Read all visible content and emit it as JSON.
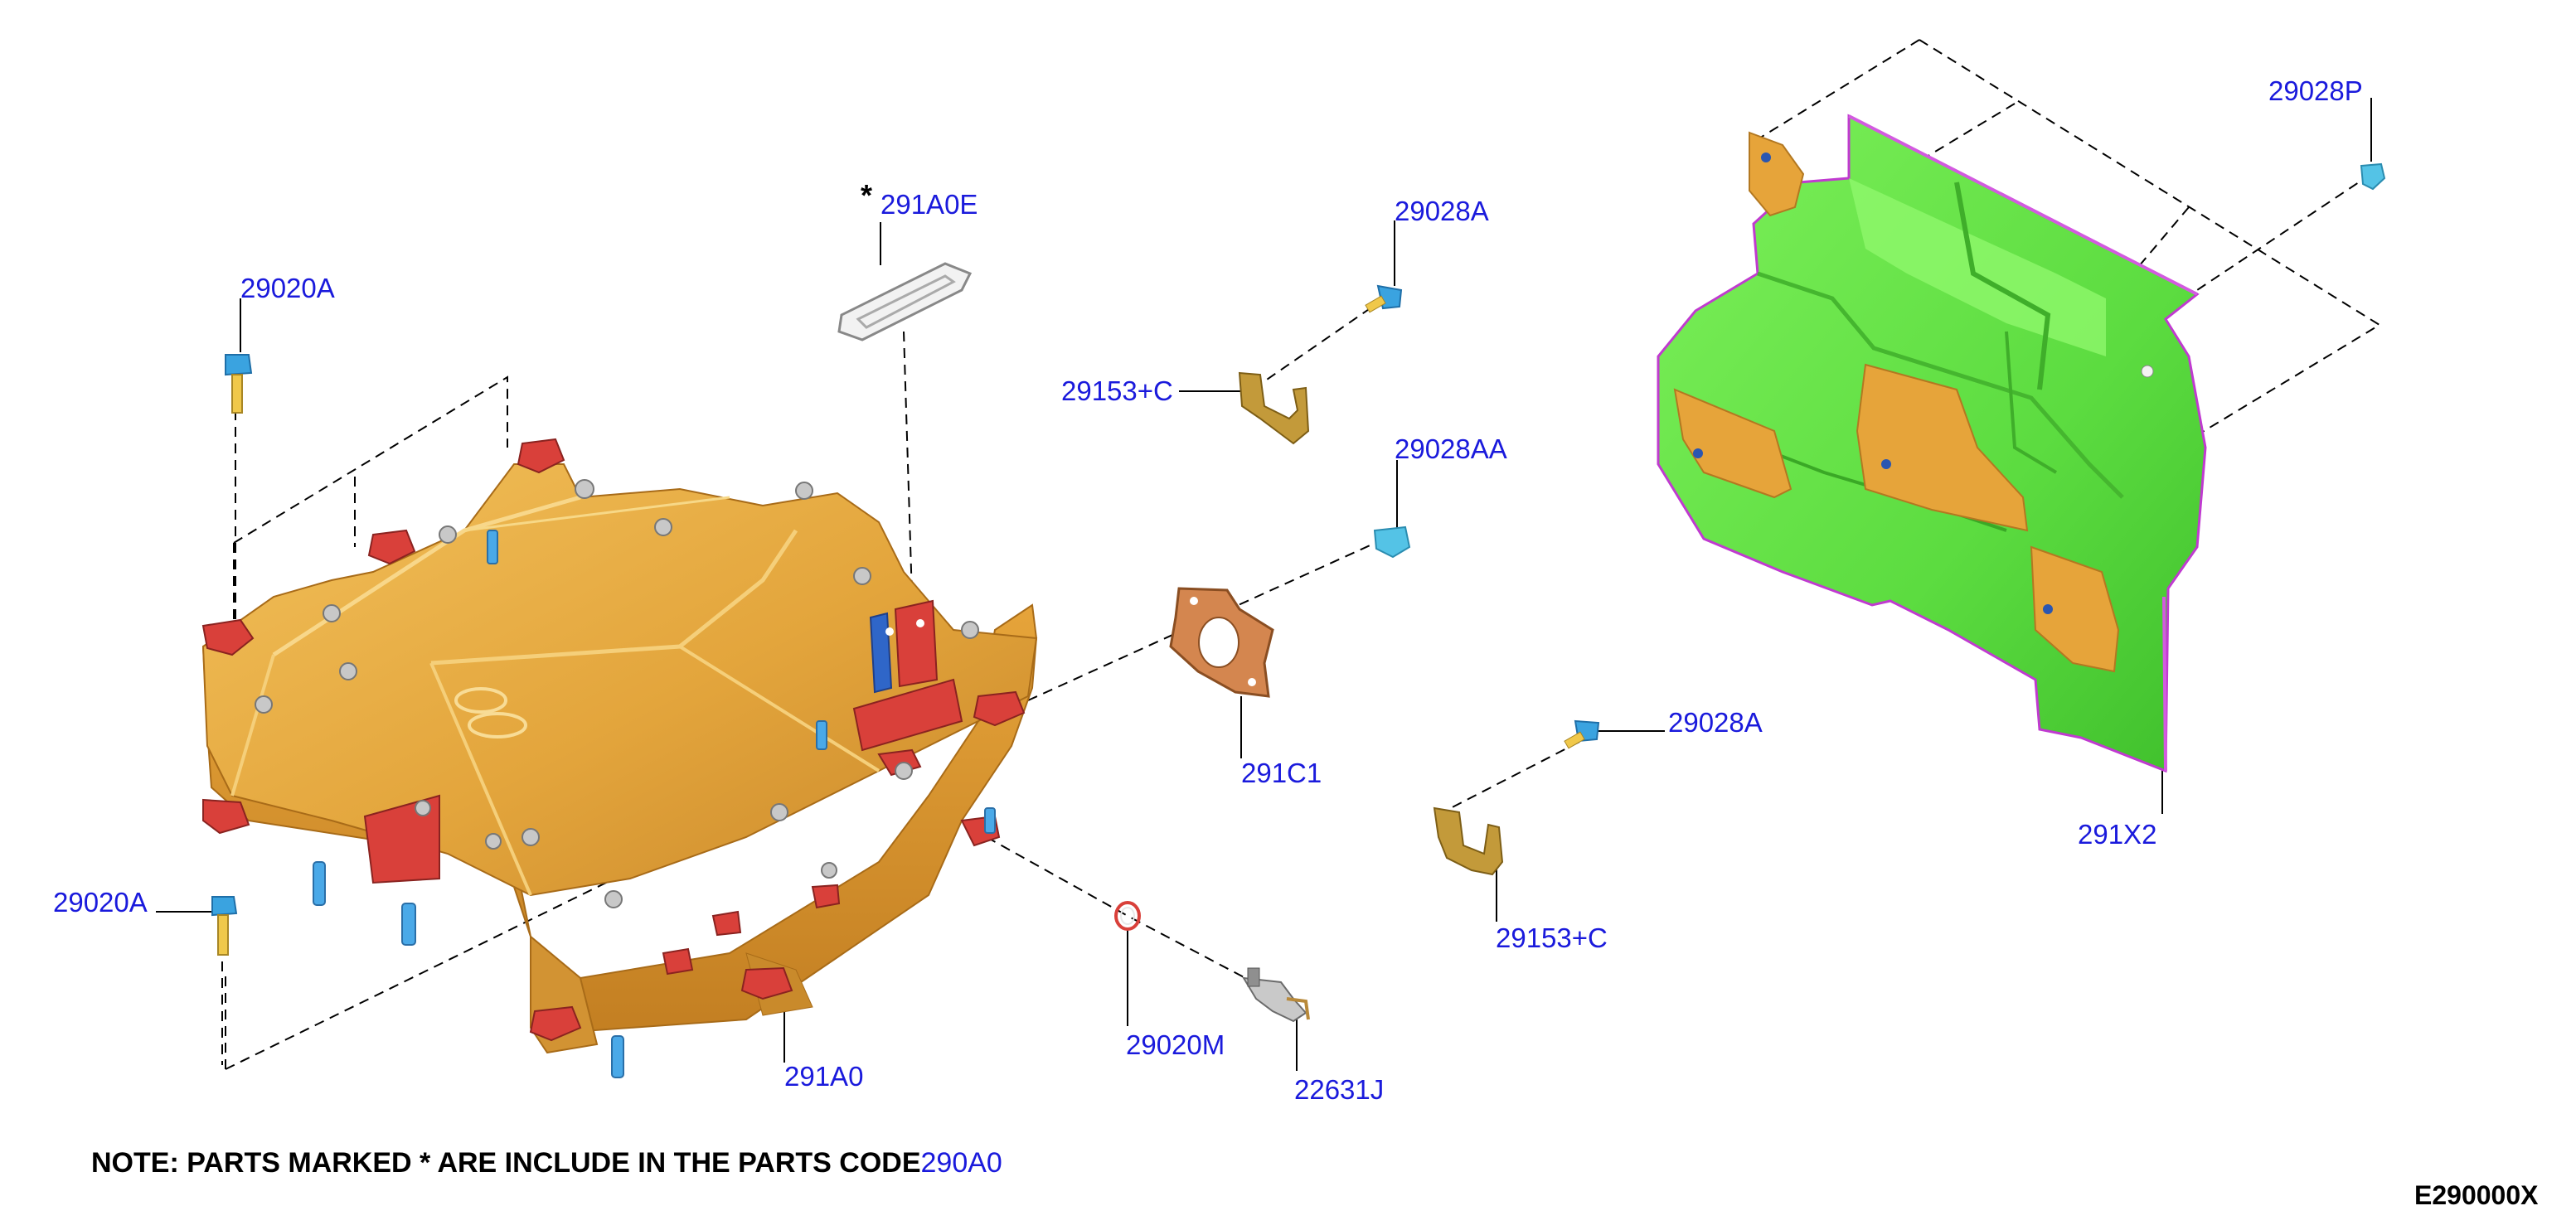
{
  "parts": {
    "p29020A_top": "29020A",
    "p29020A_bottom": "29020A",
    "p291A0E": "291A0E",
    "p291A0E_marker": "*",
    "p29028A_top": "29028A",
    "p29153C_top": "29153+C",
    "p29028AA": "29028AA",
    "p291C1": "291C1",
    "p29028A_mid": "29028A",
    "p29153C_bottom": "29153+C",
    "p29028P": "29028P",
    "p291X2": "291X2",
    "p291A0": "291A0",
    "p29020M": "29020M",
    "p22631J": "22631J"
  },
  "note": {
    "text": "NOTE: PARTS MARKED * ARE INCLUDE IN THE PARTS CODE",
    "ref": "290A0"
  },
  "diagram_code": "E290000X",
  "colors": {
    "label_blue": "#1a1adc",
    "inverter_body": "#e6a93f",
    "inverter_pads": "#d9403a",
    "bracket_cover": "#66e34a",
    "fastener_cyan": "#54c3e6",
    "terminal_blue": "#2f66c8",
    "gasket_copper": "#d4864f"
  }
}
